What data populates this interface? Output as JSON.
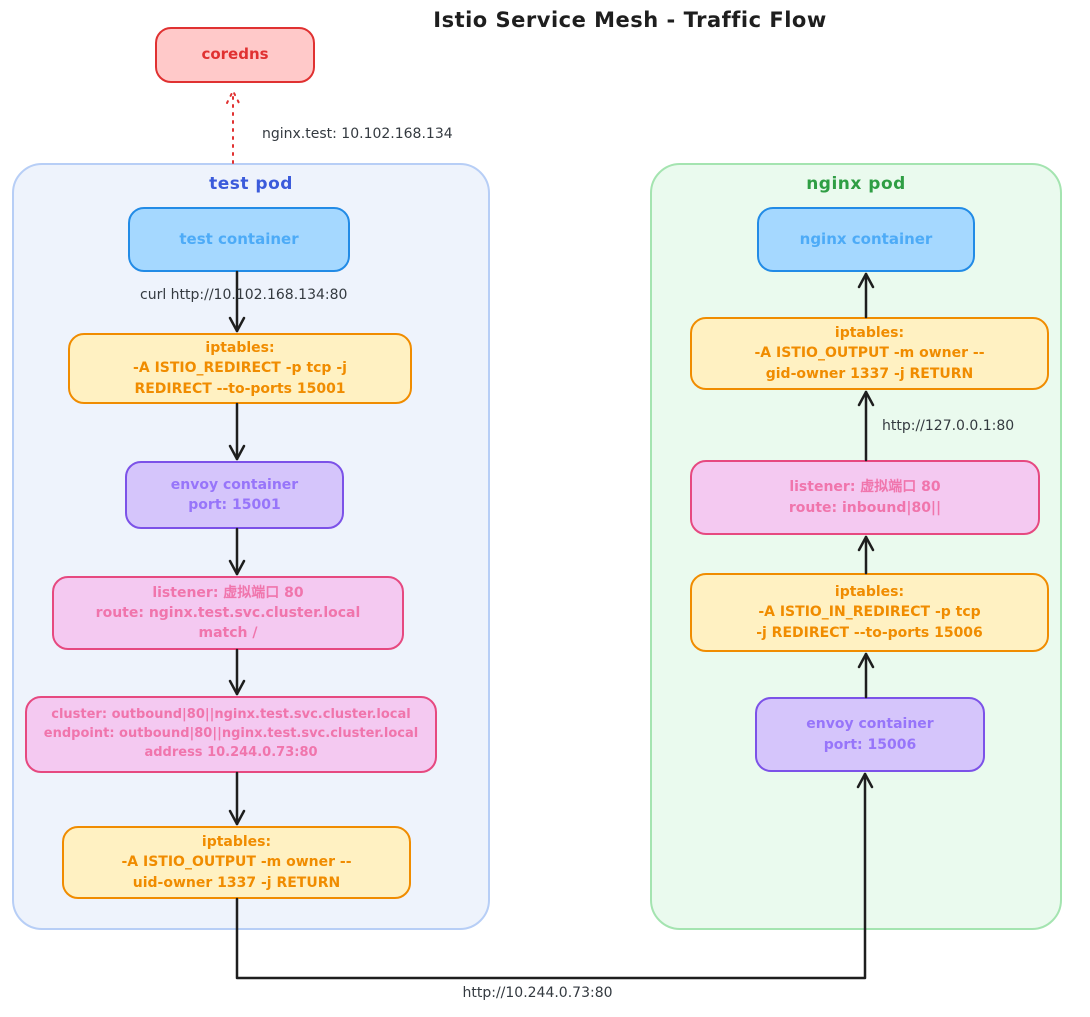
{
  "title": "Istio Service Mesh - Traffic Flow",
  "external": {
    "coredns": {
      "label": "coredns"
    },
    "dns_query_label": "nginx.test: 10.102.168.134"
  },
  "test_pod": {
    "label": "test pod",
    "test_container": {
      "lines": [
        "test container"
      ]
    },
    "curl_label": "curl http://10.102.168.134:80",
    "iptables_redirect": {
      "lines": [
        "iptables:",
        "-A ISTIO_REDIRECT -p tcp -j",
        "REDIRECT --to-ports 15001"
      ]
    },
    "envoy": {
      "lines": [
        "envoy container",
        "port: 15001"
      ]
    },
    "listener": {
      "lines": [
        "listener: 虚拟端口 80",
        "route: nginx.test.svc.cluster.local",
        "match /"
      ]
    },
    "cluster": {
      "lines": [
        "cluster: outbound|80||nginx.test.svc.cluster.local",
        "endpoint: outbound|80||nginx.test.svc.cluster.local",
        "address 10.244.0.73:80"
      ]
    },
    "iptables_output": {
      "lines": [
        "iptables:",
        "-A ISTIO_OUTPUT -m owner --",
        "uid-owner 1337 -j RETURN"
      ]
    }
  },
  "nginx_pod": {
    "label": "nginx pod",
    "nginx_container": {
      "lines": [
        "nginx container"
      ]
    },
    "iptables_output": {
      "lines": [
        "iptables:",
        "-A ISTIO_OUTPUT -m owner --",
        "gid-owner 1337 -j RETURN"
      ]
    },
    "loopback_label": "http://127.0.0.1:80",
    "listener": {
      "lines": [
        "listener: 虚拟端口 80",
        "route: inbound|80||"
      ]
    },
    "iptables_in_redirect": {
      "lines": [
        "iptables:",
        "-A ISTIO_IN_REDIRECT -p tcp",
        "-j REDIRECT --to-ports 15006"
      ]
    },
    "envoy": {
      "lines": [
        "envoy container",
        "port: 15006"
      ]
    }
  },
  "pod_to_pod_label": "http://10.244.0.73:80",
  "colors": {
    "stroke_dark": "#1e1e1e",
    "coredns_border": "#e03131",
    "coredns_fill": "#ffc9c9",
    "container_blue_border": "#228be6",
    "container_blue_fill": "#a5d8ff",
    "container_blue_text": "#4dabf7",
    "iptables_border": "#f08c00",
    "iptables_fill": "#fff1c2",
    "envoy_border": "#7c52e8",
    "envoy_fill": "#d5c5fb",
    "envoy_text": "#9775fa",
    "listener_border": "#e64980",
    "listener_fill": "#f4c9f1",
    "listener_text": "#f075ac",
    "test_pod_border": "#b7cef6",
    "test_pod_fill": "#eef3fc",
    "test_pod_label": "#3b5bdb",
    "nginx_pod_border": "#a4e4b0",
    "nginx_pod_fill": "#eafaee",
    "nginx_pod_label": "#2f9e44"
  }
}
